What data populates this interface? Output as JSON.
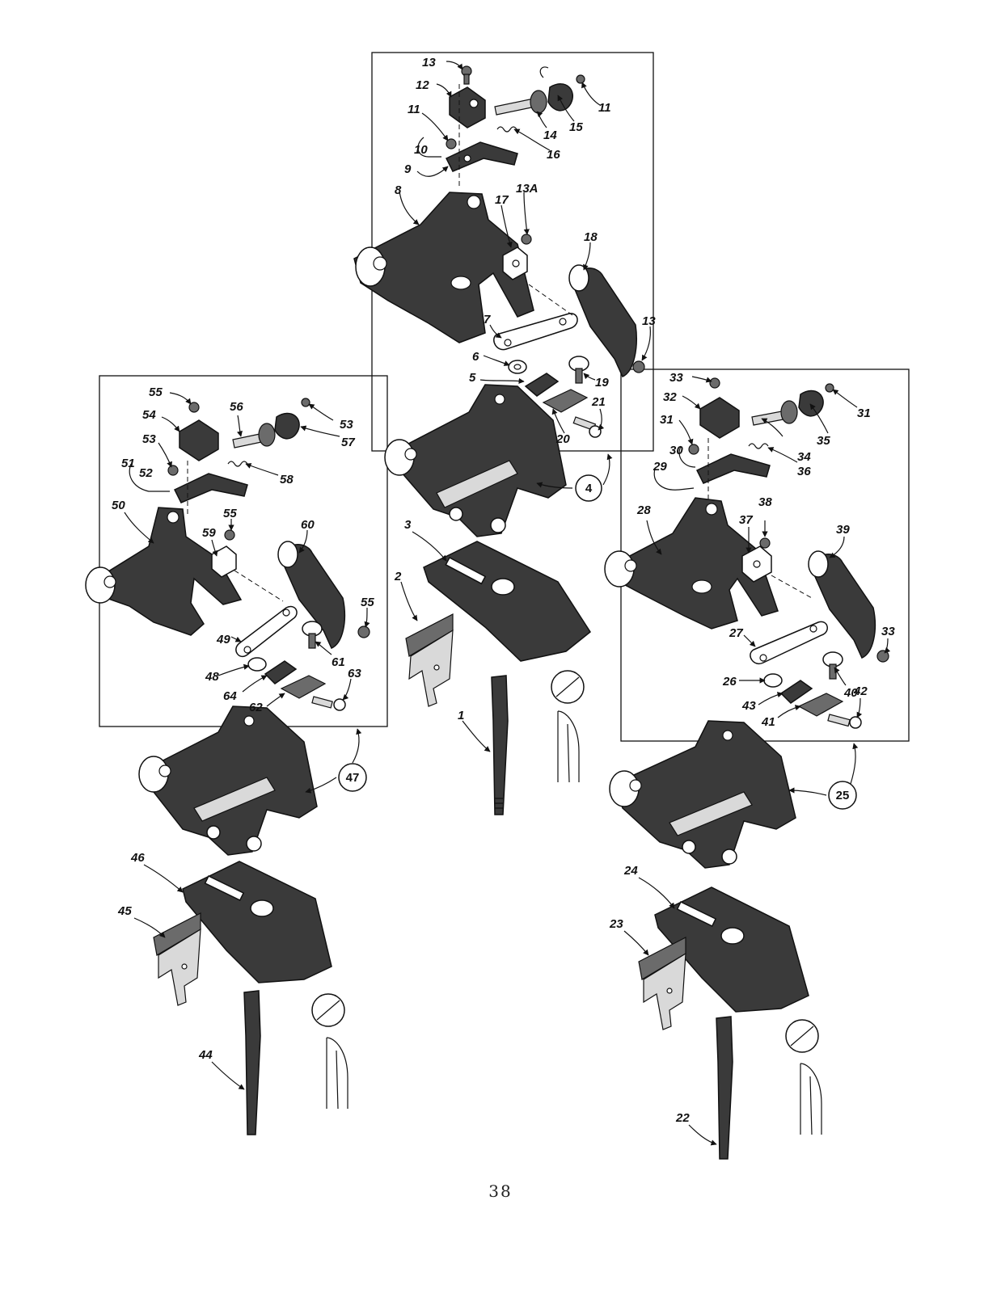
{
  "page_number": "38",
  "groups": [
    {
      "name": "top",
      "callouts": [
        "13",
        "12",
        "11",
        "10",
        "9",
        "8",
        "17",
        "13A",
        "18",
        "7",
        "6",
        "5",
        "19",
        "21",
        "20",
        "13",
        "11",
        "15",
        "14",
        "16"
      ],
      "assembly_ref": "4"
    },
    {
      "name": "left",
      "callouts": [
        "55",
        "54",
        "56",
        "53",
        "57",
        "53",
        "51",
        "52",
        "58",
        "50",
        "59",
        "55",
        "60",
        "55",
        "49",
        "61",
        "63",
        "48",
        "64",
        "62"
      ],
      "assembly_ref": "47"
    },
    {
      "name": "right",
      "callouts": [
        "33",
        "32",
        "31",
        "30",
        "29",
        "34",
        "35",
        "31",
        "36",
        "28",
        "37",
        "38",
        "39",
        "27",
        "33",
        "26",
        "40",
        "42",
        "43",
        "41"
      ],
      "assembly_ref": "25"
    }
  ],
  "lower_parts": {
    "center": [
      "3",
      "2",
      "1"
    ],
    "left": [
      "46",
      "45",
      "44"
    ],
    "right": [
      "24",
      "23",
      "22"
    ]
  }
}
